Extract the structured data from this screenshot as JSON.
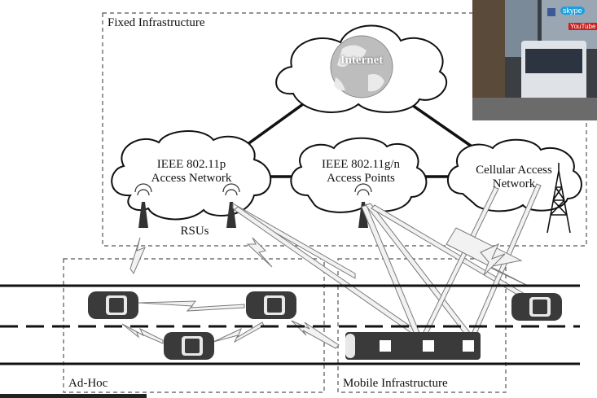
{
  "regions": {
    "fixed": "Fixed Infrastructure",
    "adhoc": "Ad-Hoc",
    "mobile": "Mobile Infrastructure"
  },
  "clouds": {
    "internet": "Internet",
    "wifi_p": [
      "IEEE 802.11p",
      "Access Network"
    ],
    "wifi_gn": [
      "IEEE 802.11g/n",
      "Access Points"
    ],
    "cellular": [
      "Cellular Access",
      "Network"
    ]
  },
  "rsus_label": "RSUs",
  "photo": {
    "badges": [
      "skype",
      "YouTube"
    ]
  },
  "colors": {
    "line": "#111111",
    "car_body": "#3a3a3a",
    "link_fill": "#f2f2f2",
    "link_stroke": "#7a7a7a"
  }
}
